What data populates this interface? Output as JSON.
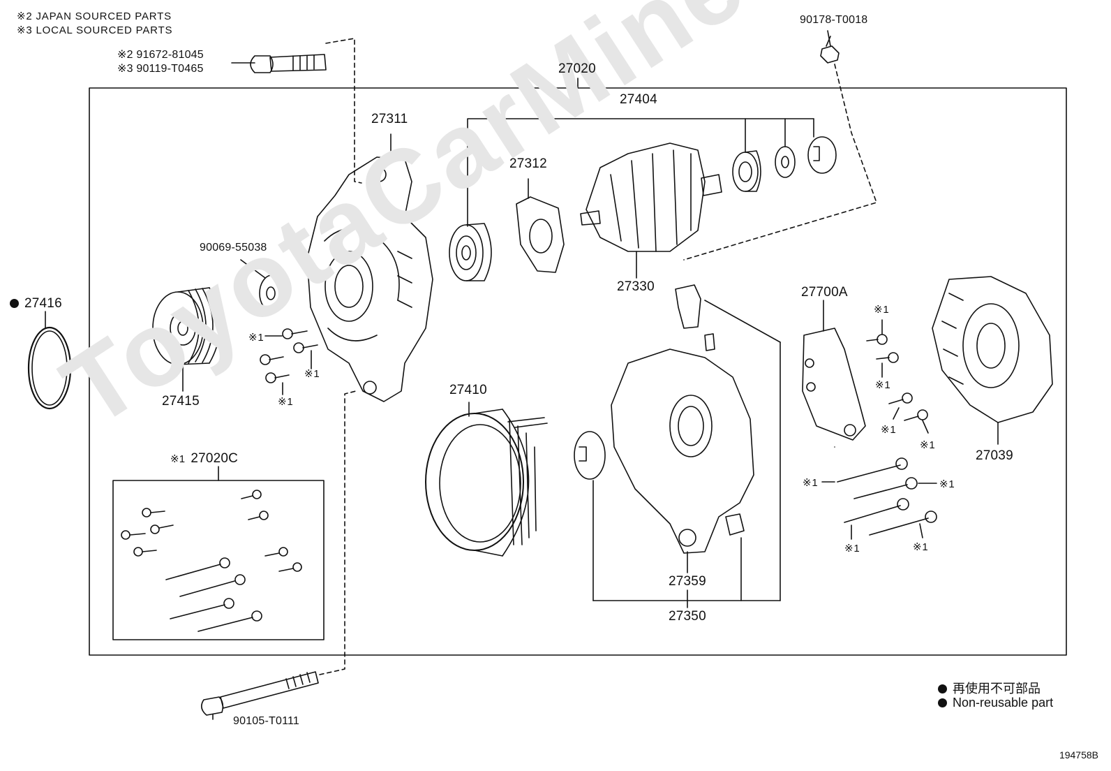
{
  "notes": {
    "japan_sourced": "※2 JAPAN SOURCED PARTS",
    "local_sourced": "※3 LOCAL SOURCED PARTS"
  },
  "labels": {
    "bolt_top_japan": "※2 91672-81045",
    "bolt_top_local": "※3 90119-T0465",
    "nut_top_right": "90178-T0018",
    "alternator_assy": "27020",
    "rotor_bearings": "27404",
    "drive_end_frame": "27311",
    "retainer_plate": "27312",
    "rotor": "27330",
    "washer": "90069-55038",
    "o_ring": "27416",
    "pulley": "27415",
    "stator": "27410",
    "regulator": "27700A",
    "rear_cover": "27039",
    "screw_kit": "27020C",
    "screw_kit_mark": "※1",
    "terminal_insulator": "27359",
    "rectifier_end_frame": "27350",
    "bolt_bottom": "90105-T0111",
    "mark1": "※1"
  },
  "legend": {
    "non_reusable_jp": "再使用不可部品",
    "non_reusable_en": "Non-reusable part"
  },
  "diagram_id": "194758B",
  "watermark": "ToyotaCarMine.ru"
}
